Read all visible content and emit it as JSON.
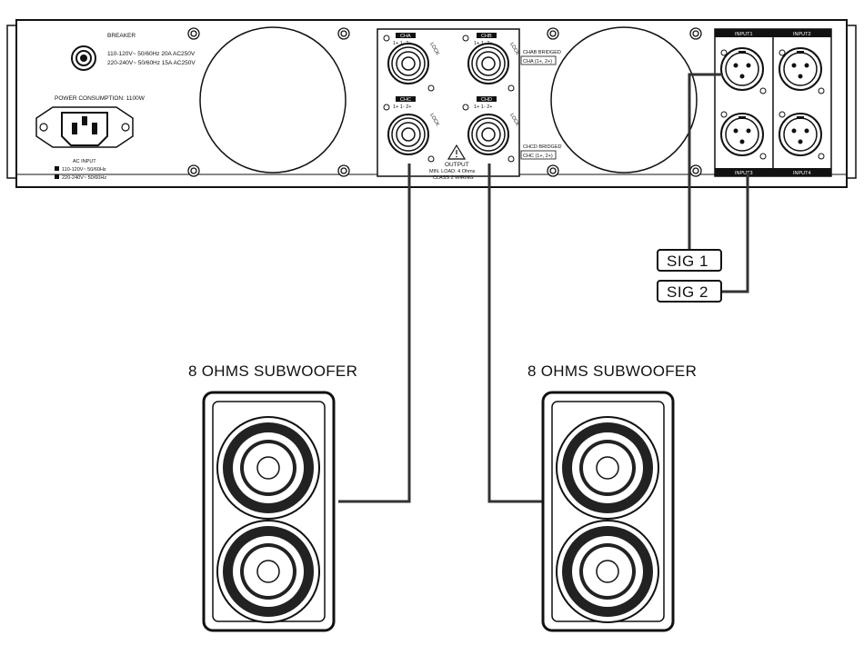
{
  "amplifier": {
    "breaker_label": "BREAKER",
    "breaker_spec_1": "110-120V~ 50/60Hz 20A AC250V",
    "breaker_spec_2": "220-240V~ 50/60Hz 15A AC250V",
    "power_consumption": "POWER CONSUMPTION: 1100W",
    "ac_input_label": "AC INPUT",
    "ac_option_1": "110-120V~ 50/60Hz",
    "ac_option_2": "220-240V~ 50/60Hz",
    "output_channels": [
      {
        "label": "CHA",
        "pins": "1+ 1- 2+",
        "lock": "LOCK"
      },
      {
        "label": "CHB",
        "pins": "1+ 1- 2+",
        "lock": "LOCK"
      },
      {
        "label": "CHC",
        "pins": "1+ 1- 2+",
        "lock": "LOCK"
      },
      {
        "label": "CHD",
        "pins": "1+ 1- 2+",
        "lock": "LOCK"
      }
    ],
    "output_title": "OUTPUT",
    "output_min_load": "MIN. LOAD: 4 Ohms",
    "output_wiring": "CLASS 2 WIRING",
    "chab_bridged": "CHAB BRIDGED",
    "chab_note": "CHA (1+, 2+)",
    "chcd_bridged": "CHCD BRIDGED",
    "chcd_note": "CHC (1+, 2+)",
    "inputs": [
      "INPUT1",
      "INPUT2",
      "INPUT3",
      "INPUT4"
    ]
  },
  "signals": [
    "SIG 1",
    "SIG 2"
  ],
  "speakers": [
    {
      "label": "8 OHMS SUBWOOFER"
    },
    {
      "label": "8 OHMS SUBWOOFER"
    }
  ]
}
